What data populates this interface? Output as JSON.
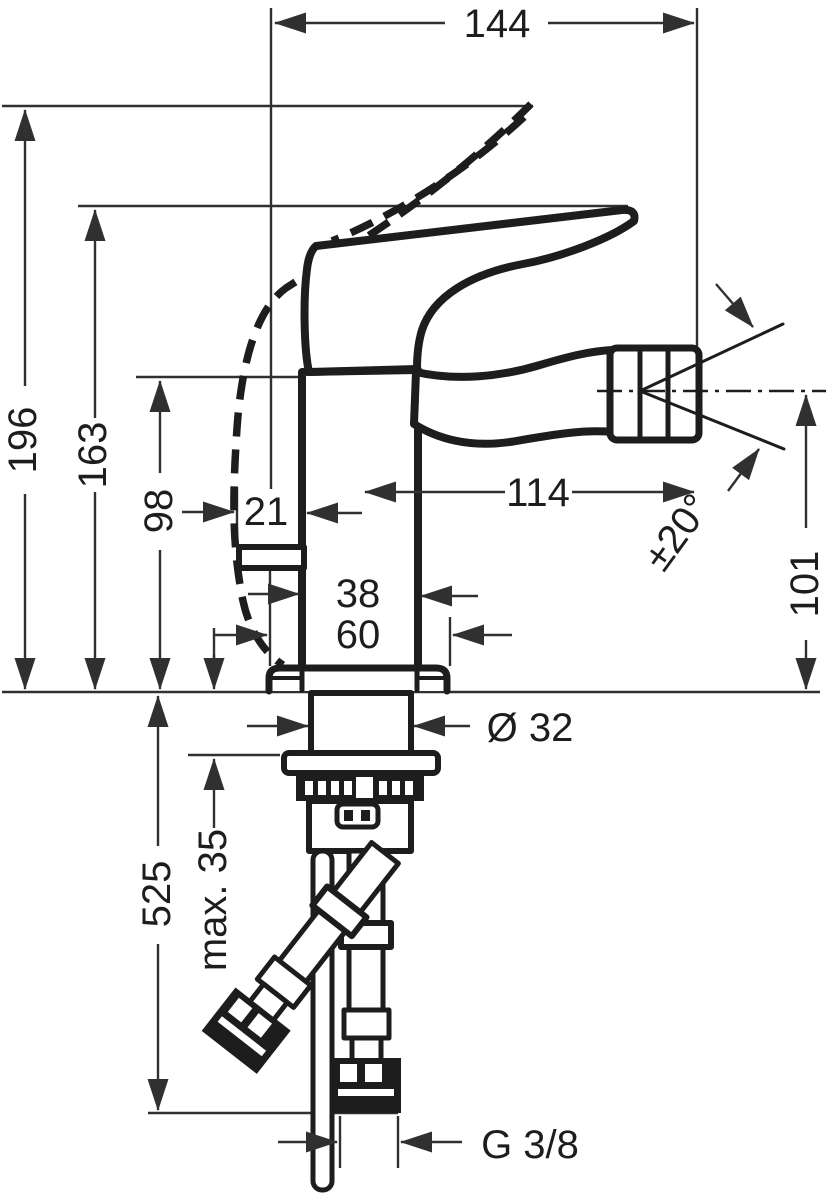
{
  "drawing": {
    "description": "Technical dimension drawing of a single-lever bidet mixer tap, side view, with flexible supply hoses",
    "colors": {
      "ink": "#1d1d1d",
      "dimension": "#303030",
      "background": "#ffffff"
    },
    "dimensions": {
      "overall_depth": "144",
      "total_height": "196",
      "handle_height": "163",
      "body_height": "98",
      "tab_projection": "21",
      "spout_reach": "114",
      "swivel_angle": "±20°",
      "outlet_height": "101",
      "body_width": "38",
      "base_width": "60",
      "shank_diameter": "Ø 32",
      "max_deck_thickness": "max. 35",
      "hose_length": "525",
      "hose_connection": "G 3/8"
    }
  }
}
